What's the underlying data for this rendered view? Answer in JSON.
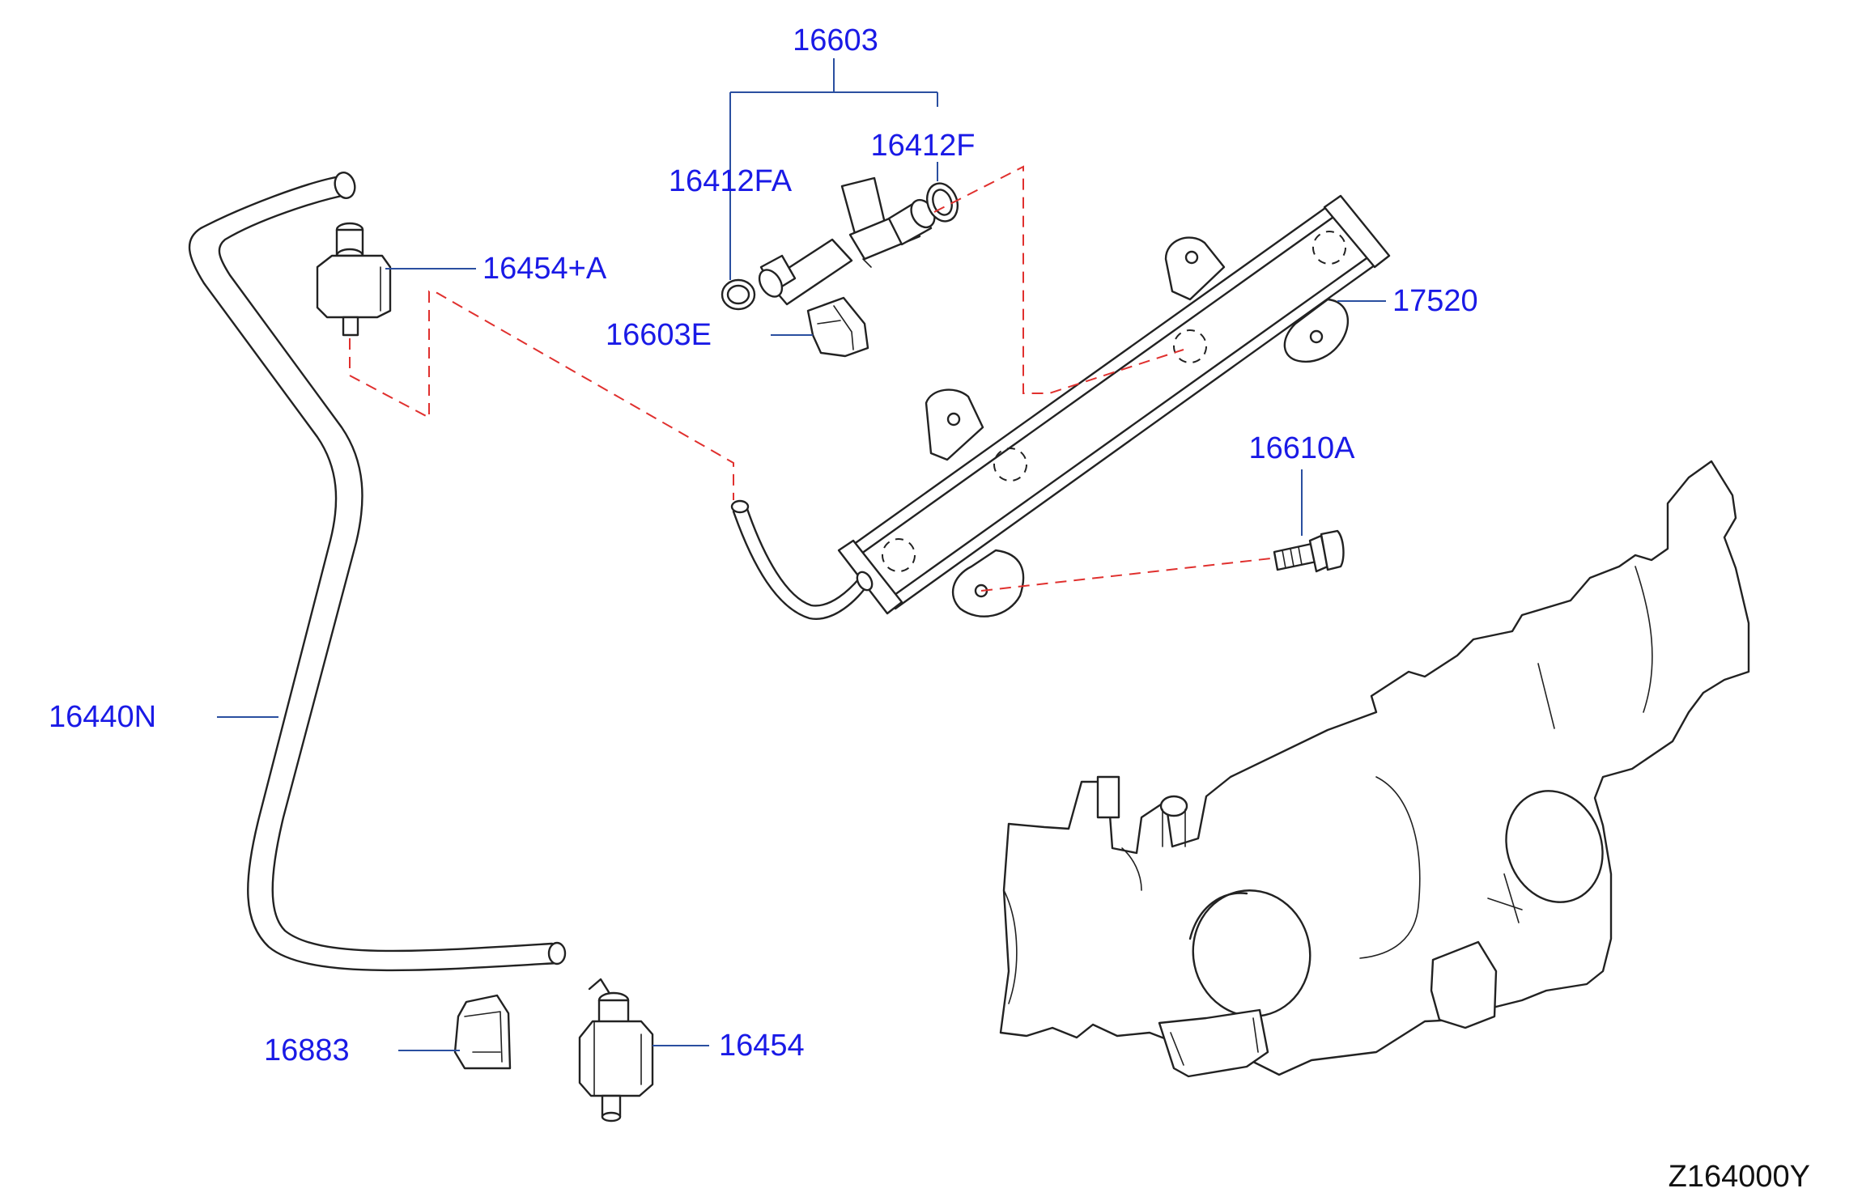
{
  "callouts": {
    "p16603": "16603",
    "p16412FA": "16412FA",
    "p16412F": "16412F",
    "p16454A": "16454+A",
    "p17520": "17520",
    "p16603E": "16603E",
    "p16610A": "16610A",
    "p16440N": "16440N",
    "p16883": "16883",
    "p16454": "16454"
  },
  "diagram_code": "Z164000Y",
  "colors": {
    "callout_text": "#1a1ae6",
    "leader_line": "#2a4fa0",
    "assembly_dash": "#e0302e",
    "part_outline": "#222222"
  }
}
